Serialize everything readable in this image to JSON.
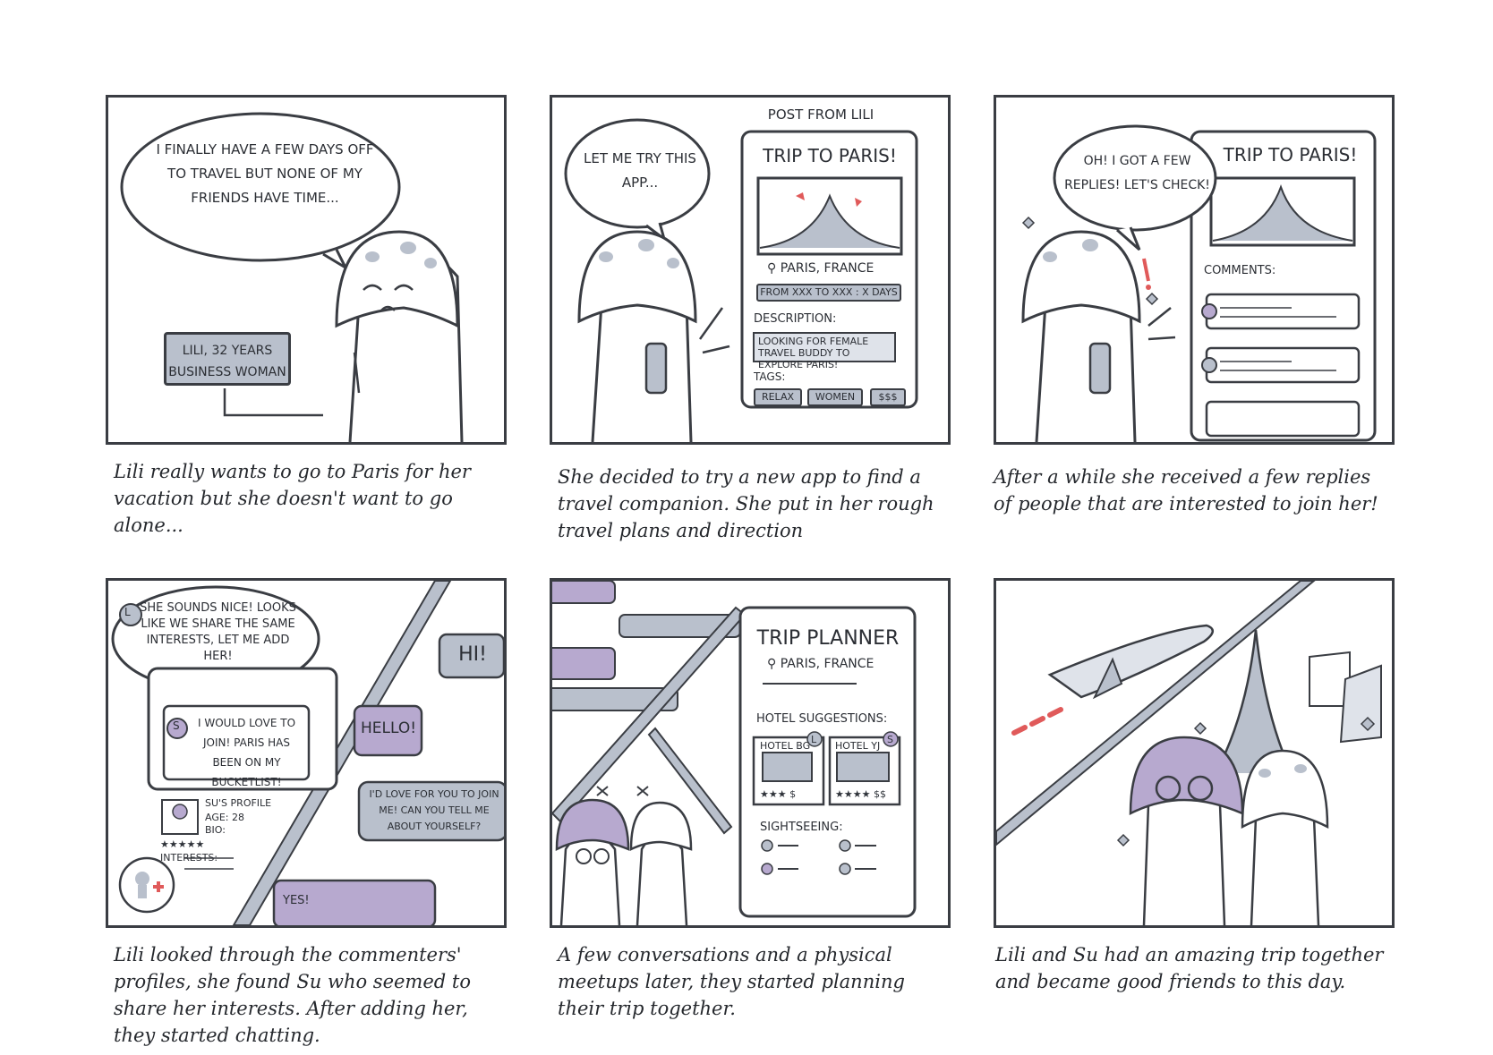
{
  "panels": [
    {
      "caption": "Lili really wants to go to Paris for her vacation but she doesn't want to go alone...",
      "bubble": "I finally have a few days off to travel but none of my friends have time...",
      "label": "Lili, 32 years Business Woman"
    },
    {
      "caption": "She decided to try a new app to find a travel companion. She put in her rough travel plans and direction",
      "bubble": "Let me try this app...",
      "post_header": "Post from Lili",
      "post_title": "Trip to Paris!",
      "location": "Paris, France",
      "dates": "From xxx to xxx : x days",
      "description_label": "Description:",
      "description": "Looking for female travel buddy to explore Paris!",
      "tags_label": "Tags:",
      "tags": [
        "Relax",
        "Women",
        "$$$"
      ]
    },
    {
      "caption": "After a while she received a few replies of people that are interested to join her!",
      "bubble": "Oh! I got a few replies! Let's check!",
      "post_title": "Trip to Paris!",
      "comments_label": "Comments:"
    },
    {
      "caption": "Lili looked through the commenters' profiles, she found Su who seemed to share her interests. After adding her, they started chatting.",
      "bubble": "She sounds nice! Looks like we share the same interests, let me add her!",
      "bubble_avatar": "L",
      "comment": "I would love to join! Paris has been on my bucketlist!",
      "comment_avatar": "S",
      "profile_title": "Su's profile",
      "profile_age": "Age: 28",
      "profile_bio": "Bio:",
      "profile_stars": "★★★★★",
      "interests_label": "Interests:",
      "chat": [
        "Hi!",
        "Hello!",
        "I'd love for you to join me! Can you tell me about yourself?",
        "Yes!"
      ]
    },
    {
      "caption": "A few conversations and a physical meetups later, they started planning their trip together.",
      "planner_title": "Trip Planner",
      "location": "Paris, France",
      "hotel_label": "Hotel suggestions:",
      "hotels": [
        {
          "name": "Hotel BG",
          "badge": "L",
          "rating": "★★★ $"
        },
        {
          "name": "Hotel YJ",
          "badge": "S",
          "rating": "★★★★ $$"
        }
      ],
      "sightseeing_label": "Sightseeing:"
    },
    {
      "caption": "Lili and Su had an amazing trip together and became good friends to this day."
    }
  ],
  "colors": {
    "ink": "#3a3d43",
    "blue_grey": "#b9c0cc",
    "purple": "#b7a9cf",
    "highlight": "#e05a5a"
  }
}
